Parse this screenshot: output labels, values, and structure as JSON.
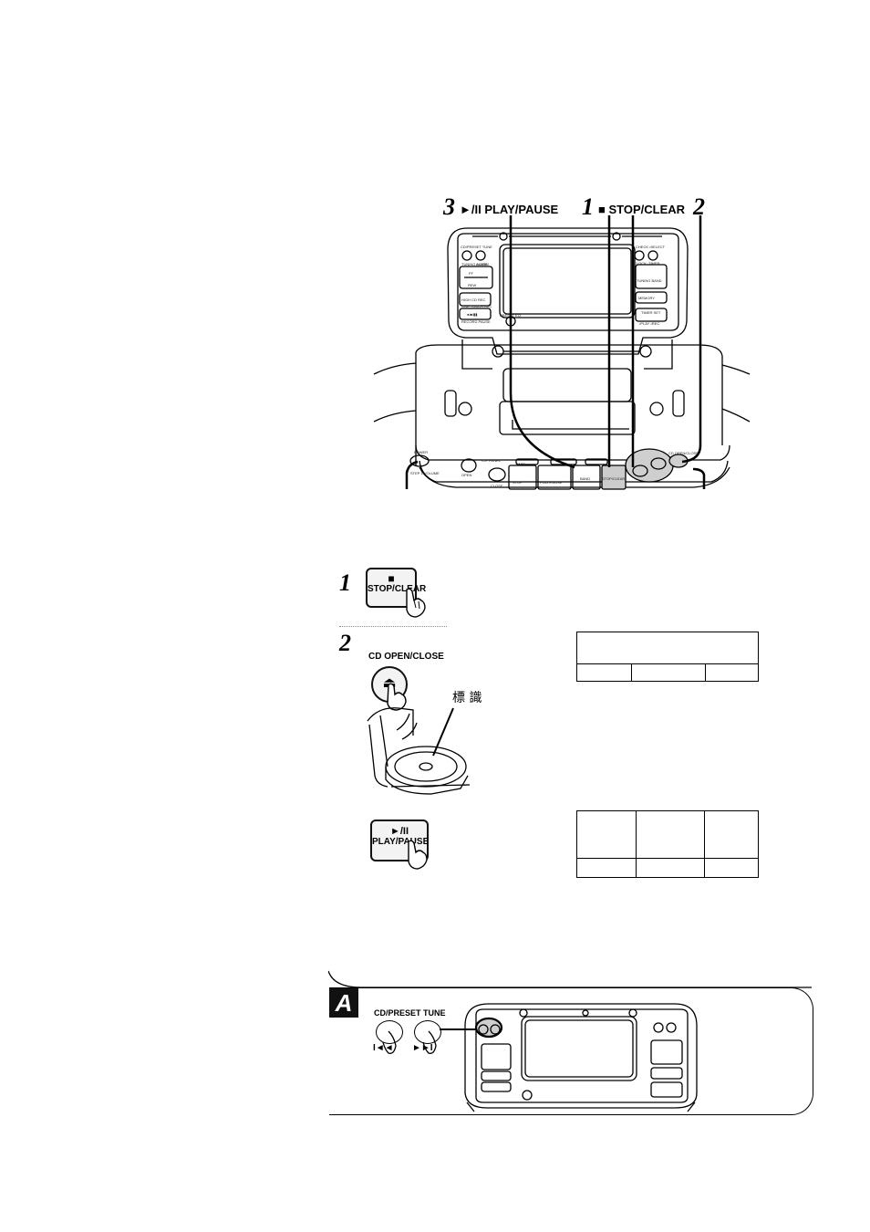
{
  "figure_top": {
    "callout_step3": "3",
    "callout_play": "►/II PLAY/PAUSE",
    "callout_step1": "1",
    "callout_stop": "■ STOP/CLEAR",
    "callout_step2": "2",
    "device_labels": {
      "cd_preset_tune": "CD/PRESET TUNE",
      "tuning_mode": "TUNING MODE",
      "alarm": "ALARM",
      "check_select": "CHECK •SELECT",
      "clock": "CLOCK",
      "timer": "TIMER",
      "ff": "FF",
      "rew": "REW",
      "tuning_band": "TUNING BAND",
      "memory": "MEMORY",
      "timer_set": "TIMER SET",
      "play_rec": "•PLAY •REC",
      "high_cd_rec": "HIGH CD REC",
      "one_touch_rec": "ONE TOUCH REC",
      "rec_pause": "●/■/▮▮",
      "record_pause": "RECORD PAUSE",
      "preset_eq": "PRESET EQ",
      "tape_bay": "TAPE",
      "cd_open_close": "CD OPEN/CLOSE",
      "stop": "STOP",
      "play_pause": "PLAY/PAUSE",
      "band": "BAND",
      "stop_clear": "STOP/CLEAR",
      "top_panel": "TOP PANEL",
      "open": "OPEN",
      "close": "CLOSE",
      "power": "POWER",
      "operation": "STEP 1/VOLUME"
    }
  },
  "steps": {
    "step1_num": "1",
    "stop_symbol": "■",
    "stop_label": "STOP/CLEAR",
    "step2_num": "2",
    "cd_open_close": "CD OPEN/CLOSE",
    "eject_symbol": "⏏",
    "label_marker": "標 識",
    "play_symbol": "►/II",
    "play_label": "PLAY/PAUSE"
  },
  "section_a": {
    "tag": "A",
    "cd_preset_tune": "CD/PRESET TUNE",
    "prev_symbol": "I◄◄",
    "next_symbol": "►►I"
  }
}
